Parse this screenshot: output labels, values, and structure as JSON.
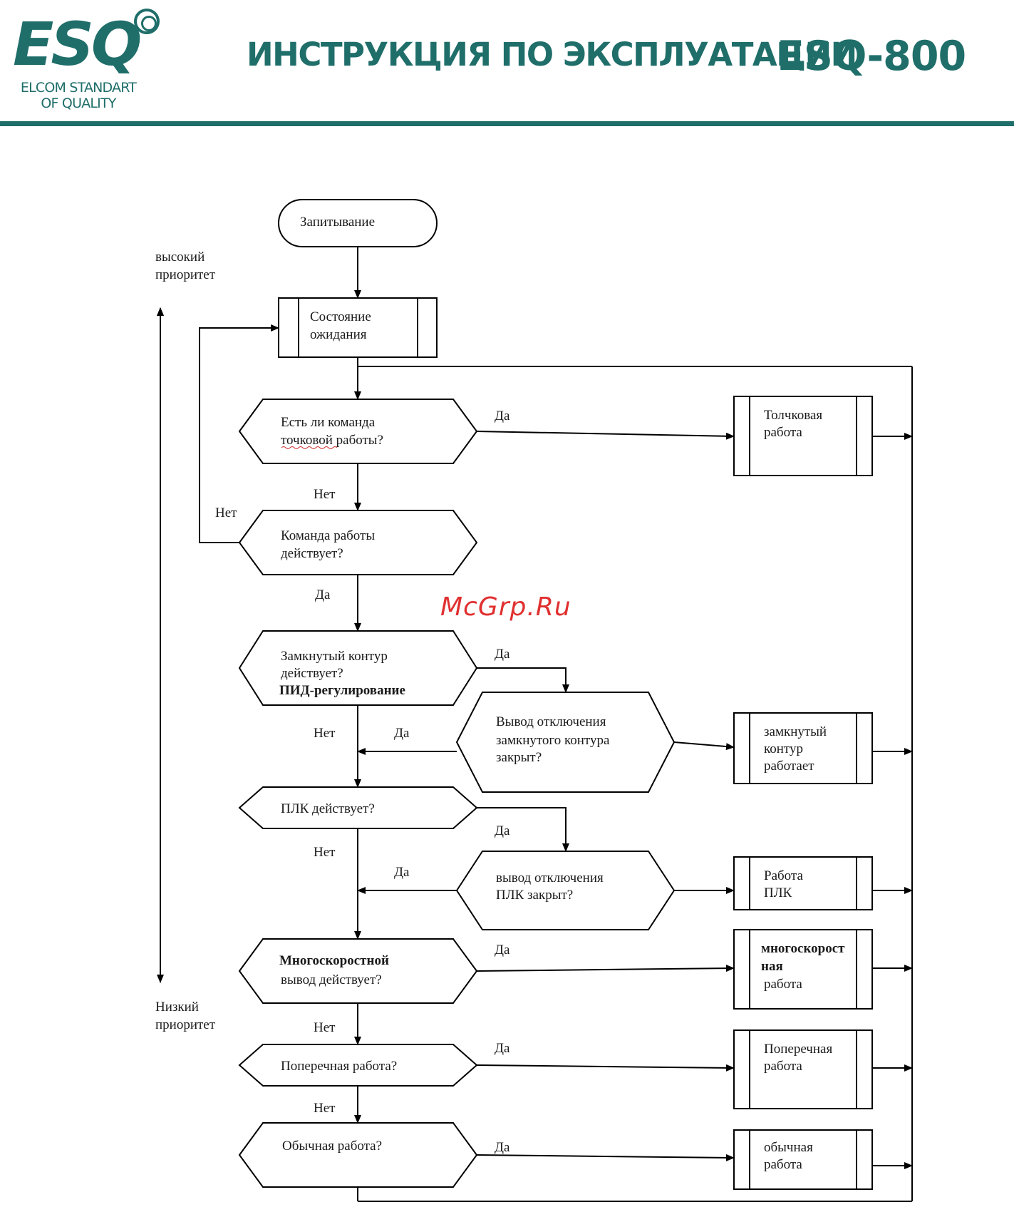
{
  "logo": {
    "brand": "ESQ",
    "sub_line1": "ELCOM STANDART",
    "sub_line2": "OF QUALITY"
  },
  "header": {
    "title": "ИНСТРУКЦИЯ ПО ЭКСПЛУАТАЦИИ",
    "model": "ESQ-800"
  },
  "watermark": "McGrp.Ru",
  "priority": {
    "high_line1": "высокий",
    "high_line2": "приоритет",
    "low_line1": "Низкий",
    "low_line2": "приоритет"
  },
  "flow": {
    "start": "Запитывание",
    "standby": [
      "Состояние",
      "ожидания"
    ],
    "q_jog": [
      "Есть ли команда",
      "точковой работы?"
    ],
    "q_run": [
      "Команда работы",
      "действует?"
    ],
    "q_closed_loop": [
      "Замкнутый контур",
      "действует?",
      "ПИД-регулирование"
    ],
    "q_closed_loop_out": [
      "Вывод отключения",
      "замкнутого контура",
      "закрыт?"
    ],
    "q_plc": "ПЛК действует?",
    "q_plc_out": [
      "вывод отключения",
      "ПЛК закрыт?"
    ],
    "q_multispeed": [
      "Многоскоростной",
      "вывод действует?"
    ],
    "q_traverse": "Поперечная работа?",
    "q_normal": "Обычная работа?",
    "p_jog": [
      "Толчковая",
      "работа"
    ],
    "p_closed_loop": [
      "замкнутый",
      "контур",
      "работает"
    ],
    "p_plc": [
      "Работа",
      "ПЛК"
    ],
    "p_multispeed": [
      "многоскорост",
      "ная",
      "работа"
    ],
    "p_traverse": [
      "Поперечная",
      "работа"
    ],
    "p_normal": [
      "обычная",
      "работа"
    ]
  },
  "labels": {
    "yes": "Да",
    "no": "Нет"
  }
}
